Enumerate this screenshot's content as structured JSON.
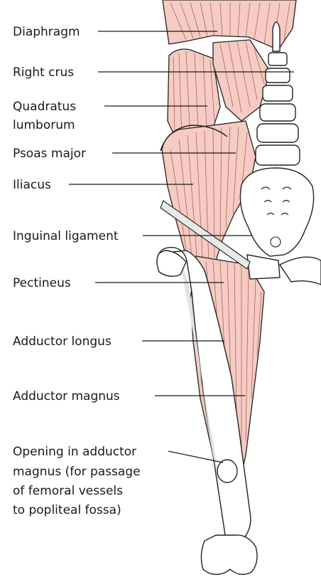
{
  "labels": {
    "diaphragm": "Diaphragm",
    "right_crus": "Right crus",
    "quadratus_1": "Quadratus",
    "quadratus_2": "lumborum",
    "psoas_major": "Psoas major",
    "iliacus": "Iliacus",
    "inguinal_ligament": "Inguinal ligament",
    "pectineus": "Pectineus",
    "adductor_longus": "Adductor longus",
    "adductor_magnus": "Adductor magnus",
    "opening_1": "Opening in adductor",
    "opening_2": "magnus (for passage",
    "opening_3": "of femoral vessels",
    "opening_4": "to popliteal fossa)"
  },
  "colors": {
    "muscle": "#f6cbc3",
    "fiber": "#9a5a52",
    "bone": "#ffffff",
    "bone_shade": "#e1e3e4",
    "outline": "#222222"
  }
}
